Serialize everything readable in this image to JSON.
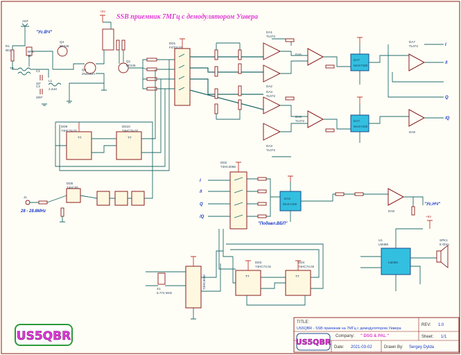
{
  "title": "SSB приемник 7МГц с демодулятором Уивера",
  "inputs": {
    "us_vch": "\"Ус.ВЧ\"",
    "freq_range": "28 - 28.8MHz",
    "podavl": "\"Подавл.ВБП\"",
    "us_nch": "\"Ус.НЧ\""
  },
  "ports": [
    "I",
    "/I",
    "Q",
    "/Q"
  ],
  "parts": {
    "ant": "ANT",
    "tr": "TR",
    "r1": "R1",
    "r1v": "5k1",
    "bp1": "BP1",
    "r1k": "1k",
    "c1": "C1",
    "c1v": "33*",
    "c2": "C2",
    "c2v": "200*",
    "l1": "L1",
    "l1v": "2.2uH",
    "q4": "Q4",
    "q4v": "BF245",
    "q3": "Q3",
    "q3v": "2N2222A",
    "q1": "Q1",
    "q1v": "BF245",
    "x1": "X1",
    "x1v": "6.774 MHz",
    "dd1": "DD1",
    "dd1v": "FST3125",
    "dd2": "DD2",
    "dd2v": "74HC4066",
    "dd3": "DD3",
    "dd3v": "74HC74.01",
    "dd4": "DD4",
    "dd4v": "74HC74.02",
    "dd5": "DD5",
    "dd5v": "74HC00",
    "dd9": "DD9",
    "dd9v": "74HC74.01",
    "dd10": "DD10",
    "dd10v": "74HC74.02",
    "da1": "DA1",
    "da1v": "TL072",
    "da2": "DA2",
    "da3": "DA3",
    "da3v": "TL072",
    "da4": "DA4",
    "da4v": "TL072",
    "da5": "DA5",
    "da6": "DA6",
    "da6v": "TL072",
    "da7": "DA7",
    "da7v": "MAX7400",
    "da8": "DA8",
    "da8v": "TL072",
    "da2b": "DA2",
    "da2bv": "MAX7400",
    "u1": "U1",
    "u1v": "LM386",
    "spk": "SPK1",
    "spkv": "8 Ohm",
    "j1": "J1",
    "chip_lm386": "LM386",
    "chip_da7": "DA7",
    "chip_da7v": "MAX7400",
    "chip_da2": "DA2",
    "chip_da2v": "MAX7400",
    "chip_4060": "74HC4060",
    "tt": "TT",
    "vcc": "+5V",
    "vcc9": "+9V"
  },
  "title_block": {
    "title_label": "TITLE:",
    "title_value": "US5QBR - SSB приемник на 7МГц с демодулятором Уивера",
    "company_label": "Company:",
    "company_value": "\" DSG & PAL \"",
    "date_label": "Date:",
    "date_value": "2021-03-02",
    "drawn_label": "Drawn By:",
    "drawn_value": "Sergey Dylda",
    "rev_label": "REV:",
    "rev_value": "1.0",
    "sheet_label": "Sheet:",
    "sheet_value": "1/1"
  },
  "logo": "US5QBR",
  "colors": {
    "wire": "#1f6a6a",
    "comp": "#8a1a1a",
    "chip_accent": "#33bfe0",
    "title": "#e03ad8",
    "label_blue": "#1a3acc"
  }
}
